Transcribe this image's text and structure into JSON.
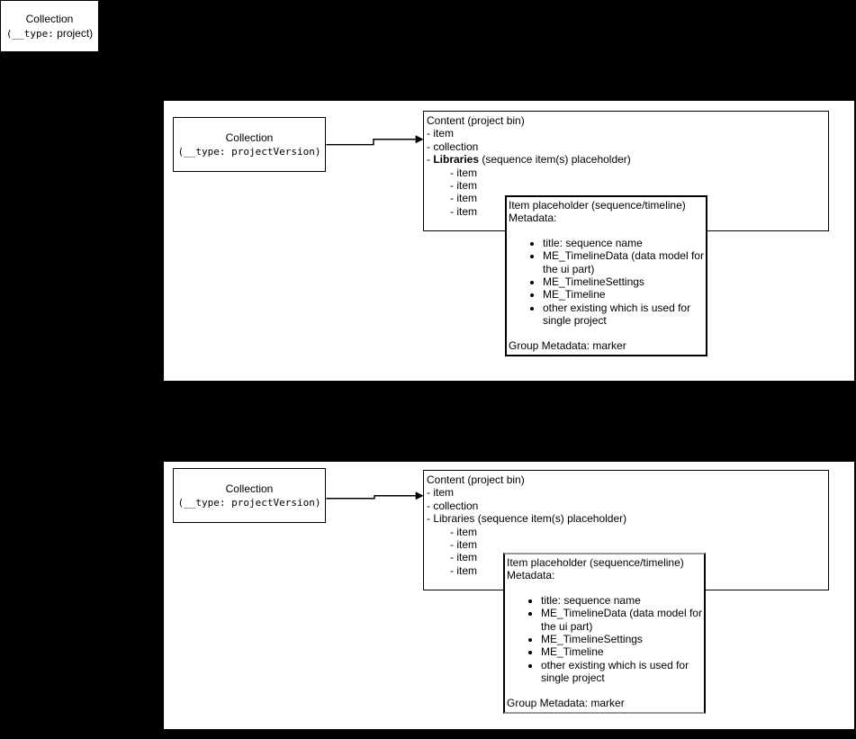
{
  "colors": {
    "background": "#000000",
    "panel_fill": "#ffffff",
    "line": "#000000",
    "muted_border": "#999999"
  },
  "project_box": {
    "title": "Collection",
    "type_mono": "(__type:",
    "type_rest": " project)"
  },
  "panel1": {
    "collection": {
      "title": "Collection",
      "type_line": "(__type: projectVersion)"
    },
    "content": {
      "title": "Content (project bin)",
      "items": [
        "- item",
        "- collection"
      ],
      "libraries_dash": "- ",
      "libraries_word": "Libraries",
      "libraries_rest": " (sequence item(s) placeholder)",
      "sub_items": [
        "- item",
        "- item",
        "- item",
        "- item"
      ]
    },
    "metadata": {
      "title": "Item placeholder (sequence/timeline)",
      "subtitle": "Metadata:",
      "bullets": [
        "title: sequence name",
        "ME_TimelineData (data model for the ui part)",
        "ME_TimelineSettings",
        "ME_Timeline",
        "other existing which is used for single project"
      ],
      "footer": "Group Metadata: marker"
    }
  },
  "panel2": {
    "collection": {
      "title": "Collection",
      "type_line": "(__type: projectVersion)"
    },
    "content": {
      "title": "Content (project bin)",
      "items": [
        "- item",
        "- collection"
      ],
      "libraries_dash": "- ",
      "libraries_word": "Libraries",
      "libraries_rest": " (sequence item(s) placeholder)",
      "sub_items": [
        "- item",
        "- item",
        "- item",
        "- item"
      ]
    },
    "metadata": {
      "title": "Item placeholder (sequence/timeline)",
      "subtitle": "Metadata:",
      "bullets": [
        "title: sequence name",
        "ME_TimelineData (data model for the ui part)",
        "ME_TimelineSettings",
        "ME_Timeline",
        "other existing which is used for single project"
      ],
      "footer": "Group Metadata: marker"
    }
  }
}
